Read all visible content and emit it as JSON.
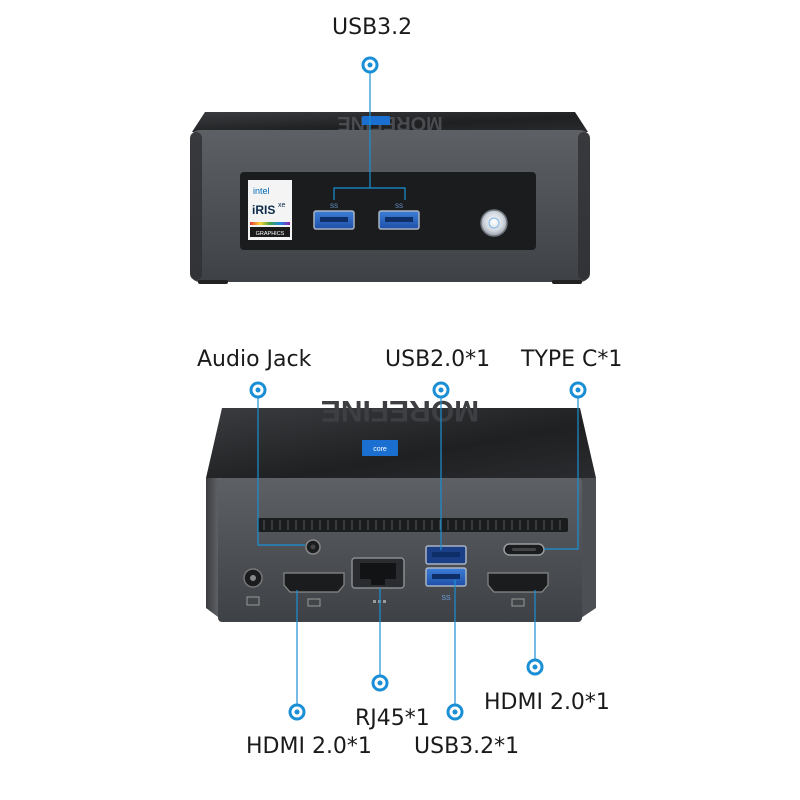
{
  "callouts": {
    "top_usb": "USB3.2",
    "audio_jack": "Audio Jack",
    "usb2": "USB2.0*1",
    "type_c": "TYPE C*1",
    "rj45": "RJ45*1",
    "hdmi_left": "HDMI 2.0*1",
    "hdmi_right": "HDMI 2.0*1",
    "usb32": "USB3.2*1"
  },
  "badge": {
    "brand": "intel",
    "product": "iRIS",
    "product_sup": "xe",
    "tagline": "GRAPHICS"
  },
  "device": {
    "brand": "MOREFINE",
    "chip_label": "core"
  },
  "colors": {
    "accent": "#1a8fd6",
    "chassis_dark": "#2f3134",
    "chassis_mid": "#55585c",
    "label_text": "#1a1a1a"
  }
}
